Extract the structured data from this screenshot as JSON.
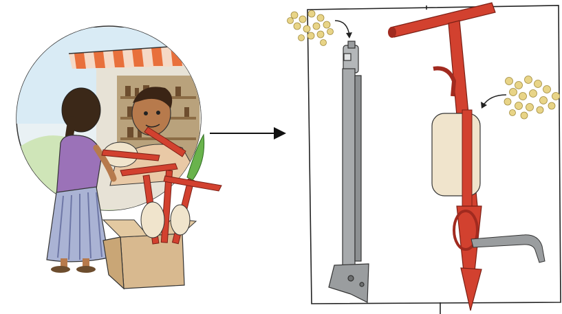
{
  "illustration": {
    "left_panel": {
      "subject": "shopkeeper-handing-planters"
    },
    "right_panel": {
      "tools": [
        "jab-planter",
        "seed-dispenser-planter"
      ]
    }
  },
  "colors": {
    "planter_red": "#d2412f",
    "planter_red_dark": "#a12a1f",
    "metal_grey": "#9a9d9f",
    "seed_yellow": "#e8d487",
    "canister_beige": "#f0e4cc",
    "frame_black": "#222222",
    "awning_orange": "#e8703c"
  }
}
